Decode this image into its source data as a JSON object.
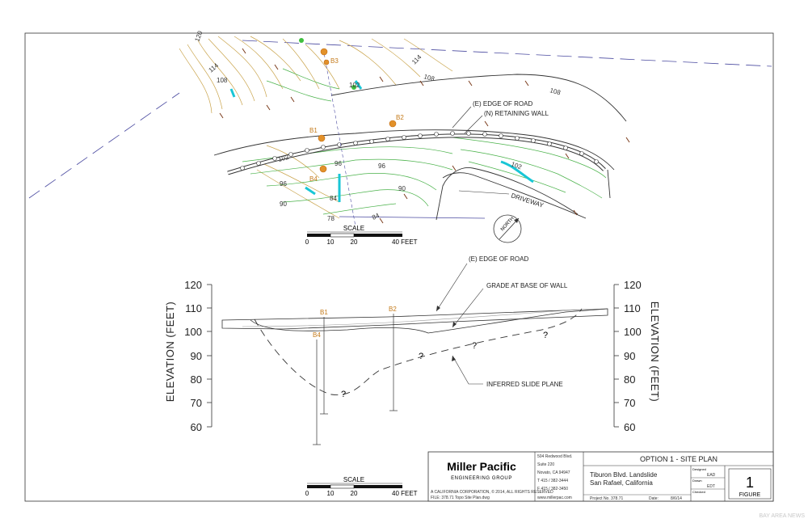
{
  "plan": {
    "callouts": {
      "edge_of_road": "(E) EDGE OF ROAD",
      "retaining_wall": "(N) RETAINING WALL",
      "driveway": "DRIVEWAY",
      "north": "NORTH"
    },
    "borings": [
      "B1",
      "B2",
      "B3",
      "B4"
    ],
    "contour_labels": [
      "120",
      "114",
      "108",
      "114",
      "108",
      "108",
      "102",
      "102",
      "102",
      "96",
      "96",
      "96",
      "90",
      "90",
      "84",
      "84",
      "78"
    ],
    "scale": {
      "title": "SCALE",
      "ticks": [
        "0",
        "10",
        "20",
        "40 FEET"
      ]
    }
  },
  "section": {
    "y_ticks": [
      "120",
      "110",
      "100",
      "90",
      "80",
      "70",
      "60"
    ],
    "y_axis_title": "ELEVATION (FEET)",
    "callouts": {
      "edge_of_road": "(E) EDGE OF ROAD",
      "grade": "GRADE AT BASE OF WALL",
      "slide": "INFERRED SLIDE PLANE"
    },
    "borings": [
      "B1",
      "B2",
      "B4"
    ],
    "question_marks": [
      "?",
      "?",
      "?",
      "?"
    ],
    "scale": {
      "title": "SCALE",
      "ticks": [
        "0",
        "10",
        "20",
        "40 FEET"
      ]
    }
  },
  "title_block": {
    "company": "Miller Pacific",
    "company_sub": "ENGINEERING GROUP",
    "copyright": "A CALIFORNIA CORPORATION, © 2014, ALL RIGHTS RESERVED",
    "file": "FILE: 378.71 Topo Site Plan.dwg",
    "address": [
      "504 Redwood Blvd.",
      "Suite 220",
      "Novato, CA 94947",
      "T 415 / 382-3444",
      "F 415 / 382-3450",
      "www.millerpac.com"
    ],
    "sheet_title": "OPTION 1 - SITE PLAN",
    "project_name": "Tiburon Blvd. Landslide",
    "project_location": "San Rafael, California",
    "project_no_label": "Project No.",
    "project_no": "378.71",
    "date_label": "Date:",
    "date": "8/6/14",
    "roles": [
      "Designed",
      "Drawn",
      "Checked"
    ],
    "designed": "EAD",
    "drawn": "EDT",
    "figure_number": "1",
    "figure_label": "FIGURE"
  },
  "watermark": "BAY AREA NEWS"
}
